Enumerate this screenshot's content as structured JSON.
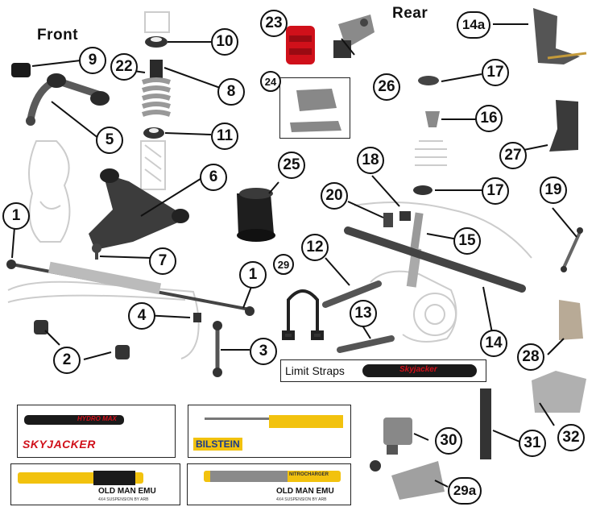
{
  "headings": {
    "front": "Front",
    "rear": "Rear"
  },
  "callouts": {
    "c1a": "1",
    "c1b": "1",
    "c2": "2",
    "c3": "3",
    "c4": "4",
    "c5": "5",
    "c6": "6",
    "c7": "7",
    "c8": "8",
    "c9": "9",
    "c10": "10",
    "c11": "11",
    "c12": "12",
    "c13": "13",
    "c14": "14",
    "c14a": "14a",
    "c15": "15",
    "c16": "16",
    "c17a": "17",
    "c17b": "17",
    "c18": "18",
    "c19": "19",
    "c20": "20",
    "c22": "22",
    "c23": "23",
    "c24": "24",
    "c25": "25",
    "c26": "26",
    "c27": "27",
    "c28": "28",
    "c29": "29",
    "c29a": "29a",
    "c30": "30",
    "c31": "31",
    "c32": "32"
  },
  "limit_straps": {
    "label": "Limit Straps",
    "brand": "Skyjacker"
  },
  "brands": {
    "skyjacker": "SKYJACKER",
    "skyjacker_shock": "HYDRO MAX",
    "bilstein": "BILSTEIN",
    "ome_a": "OLD MAN EMU",
    "ome_a_sub": "4X4 SUSPENSION BY ARB",
    "ome_b": "OLD MAN EMU",
    "ome_b_sub": "4X4 SUSPENSION BY ARB",
    "nitrocharger": "NITROCHARGER"
  },
  "colors": {
    "red": "#d0101a",
    "yellow": "#f2c20e",
    "black": "#1a1a1a",
    "grey": "#8a8a8a",
    "ghost": "#cccccc"
  }
}
